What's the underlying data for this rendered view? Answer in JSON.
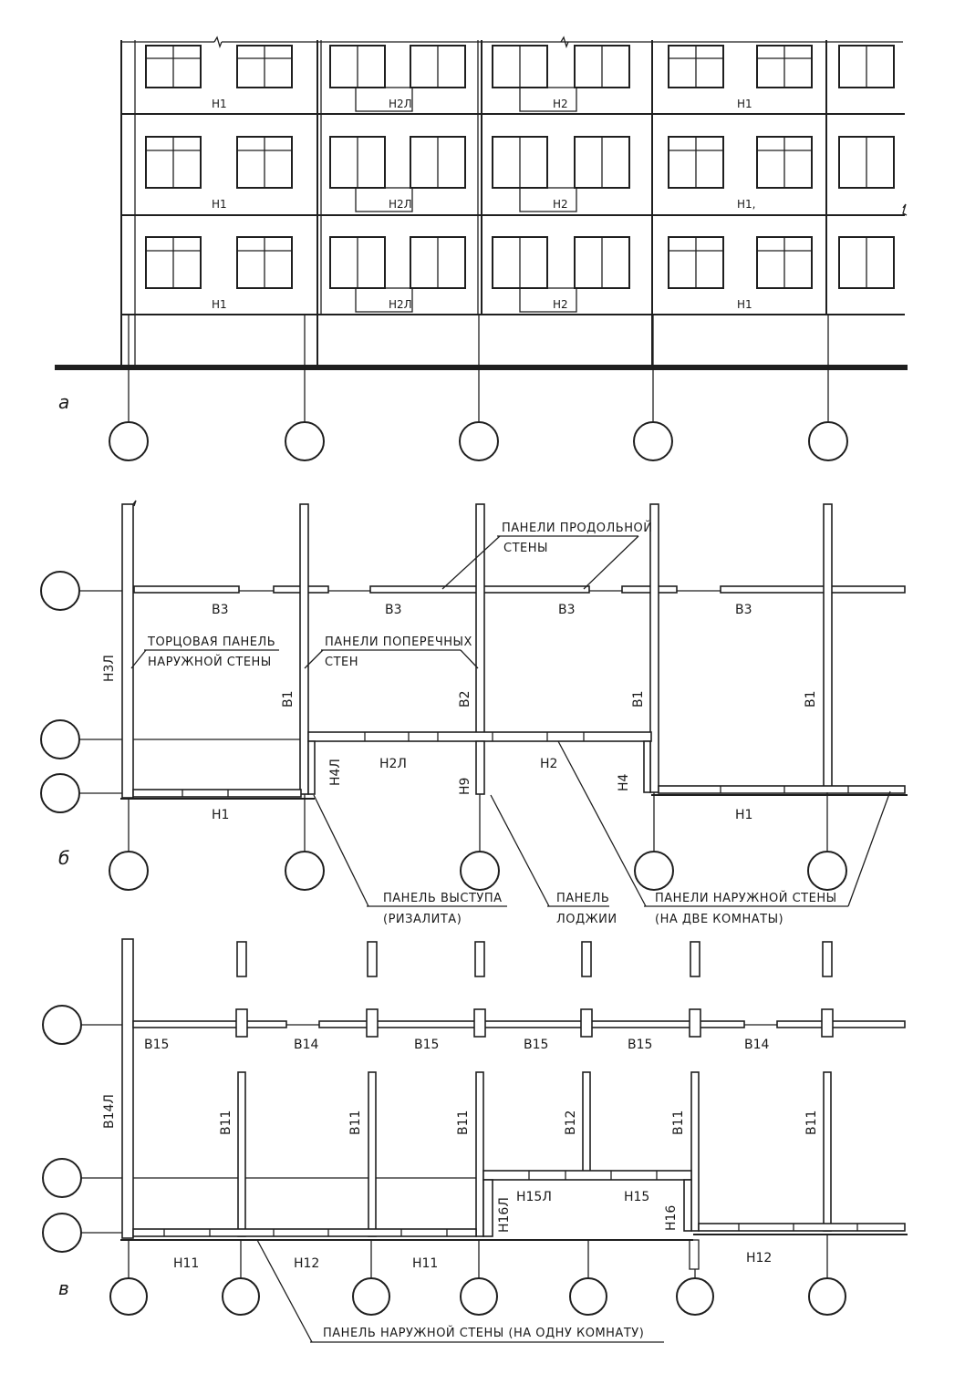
{
  "sections": {
    "a": {
      "letter": "а"
    },
    "b": {
      "letter": "б"
    },
    "v": {
      "letter": "в"
    }
  },
  "elevation": {
    "floors": [
      [
        "Н1",
        "Н2Л",
        "Н2",
        "Н1"
      ],
      [
        "Н1",
        "Н2Л",
        "Н2",
        "Н1,"
      ],
      [
        "Н1",
        "Н2Л",
        "Н2",
        "Н1"
      ]
    ]
  },
  "plan_b": {
    "labels": {
      "v3_1": "В3",
      "v3_2": "В3",
      "v3_3": "В3",
      "v3_4": "В3",
      "h3l": "Н3Л",
      "v1_1": "В1",
      "v2": "В2",
      "v1_2": "В1",
      "v1_3": "В1",
      "h4l": "Н4Л",
      "h2l": "Н2Л",
      "h9": "Н9",
      "h2": "Н2",
      "h4": "Н4",
      "h1_1": "Н1",
      "h1_2": "Н1"
    },
    "notes": {
      "long_wall_1": "ПАНЕЛИ ПРОДОЛЬНОЙ",
      "long_wall_2": "СТЕНЫ",
      "end_panel_1": "ТОРЦОВАЯ ПАНЕЛЬ",
      "end_panel_2": "НАРУЖНОЙ СТЕНЫ",
      "cross_1": "ПАНЕЛИ ПОПЕРЕЧНЫХ",
      "cross_2": "СТЕН",
      "projection_1": "ПАНЕЛЬ ВЫСТУПА",
      "projection_2": "(РИЗАЛИТА)",
      "loggia_1": "ПАНЕЛЬ",
      "loggia_2": "ЛОДЖИИ",
      "outer_two_1": "ПАНЕЛИ НАРУЖНОЙ СТЕНЫ",
      "outer_two_2": "(НА ДВЕ КОМНАТЫ)"
    }
  },
  "plan_v": {
    "labels": {
      "b15_1": "В15",
      "b14_1": "В14",
      "b15_2": "В15",
      "b15_3": "В15",
      "b15_4": "В15",
      "b14_2": "В14",
      "b14l": "В14Л",
      "b11_1": "В11",
      "b11_2": "В11",
      "b11_3": "В11",
      "b12": "В12",
      "b11_4": "В11",
      "b11_5": "В11",
      "h15l": "Н15Л",
      "h15": "Н15",
      "h16l": "Н16Л",
      "h16": "Н16",
      "h11_1": "Н11",
      "h12_1": "Н12",
      "h11_2": "Н11",
      "h12_2": "Н12"
    },
    "notes": {
      "outer_one": "ПАНЕЛЬ НАРУЖНОЙ СТЕНЫ (НА ОДНУ КОМНАТУ)"
    }
  }
}
